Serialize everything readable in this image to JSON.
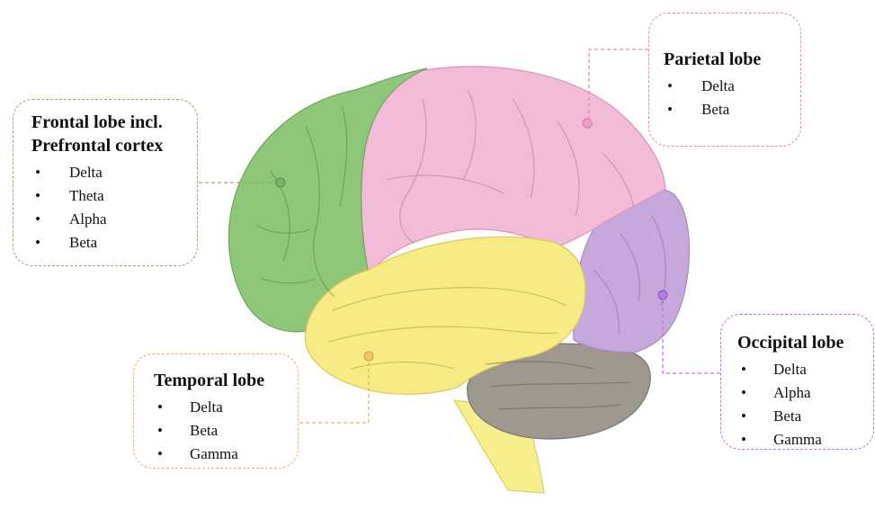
{
  "colors": {
    "frontal": "#8fc77a",
    "parietal": "#f2bcd9",
    "temporal": "#f7ec84",
    "occipital": "#c7a8dc",
    "cerebellum": "#9e988f",
    "brainstem": "#f7ee8c",
    "frontal_border": "#7fb368",
    "parietal_border": "#e389b0",
    "temporal_border": "#e5b266",
    "occipital_border": "#b877d6"
  },
  "labels": {
    "frontal": {
      "title_line1": "Frontal lobe incl.",
      "title_line2": "Prefrontal cortex",
      "items": [
        "Delta",
        "Theta",
        "Alpha",
        "Beta"
      ]
    },
    "parietal": {
      "title": "Parietal lobe",
      "items": [
        "Delta",
        "Beta"
      ]
    },
    "temporal": {
      "title": "Temporal lobe",
      "items": [
        "Delta",
        "Beta",
        "Gamma"
      ]
    },
    "occipital": {
      "title": "Occipital lobe",
      "items": [
        "Delta",
        "Alpha",
        "Beta",
        "Gamma"
      ]
    }
  }
}
